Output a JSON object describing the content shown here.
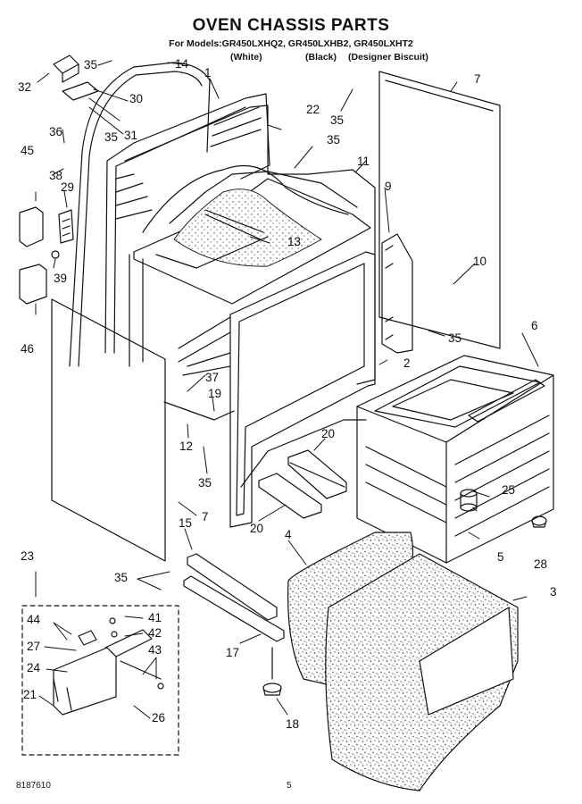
{
  "title": "OVEN CHASSIS PARTS",
  "models_line": "For Models:GR450LXHQ2, GR450LXHB2, GR450LXHT2",
  "variants": [
    "(White)",
    "(Black)",
    "(Designer Biscuit)"
  ],
  "footer": {
    "doc_number": "8187610",
    "page_number": "5"
  },
  "callouts": {
    "c1": "1",
    "c2": "2",
    "c3": "3",
    "c4": "4",
    "c5": "5",
    "c6": "6",
    "c7a": "7",
    "c7b": "7",
    "c9": "9",
    "c10": "10",
    "c11": "11",
    "c12": "12",
    "c13": "13",
    "c14": "14",
    "c15": "15",
    "c17": "17",
    "c18": "18",
    "c19": "19",
    "c20a": "20",
    "c20b": "20",
    "c21": "21",
    "c22": "22",
    "c23": "23",
    "c24": "24",
    "c25": "25",
    "c26": "26",
    "c27": "27",
    "c28": "28",
    "c29": "29",
    "c30": "30",
    "c31": "31",
    "c32": "32",
    "c35a": "35",
    "c35b": "35",
    "c35c": "35",
    "c35d": "35",
    "c35e": "35",
    "c35f": "35",
    "c35g": "35",
    "c36": "36",
    "c37": "37",
    "c38": "38",
    "c39": "39",
    "c41": "41",
    "c42": "42",
    "c43": "43",
    "c44": "44",
    "c45": "45",
    "c46": "46"
  }
}
